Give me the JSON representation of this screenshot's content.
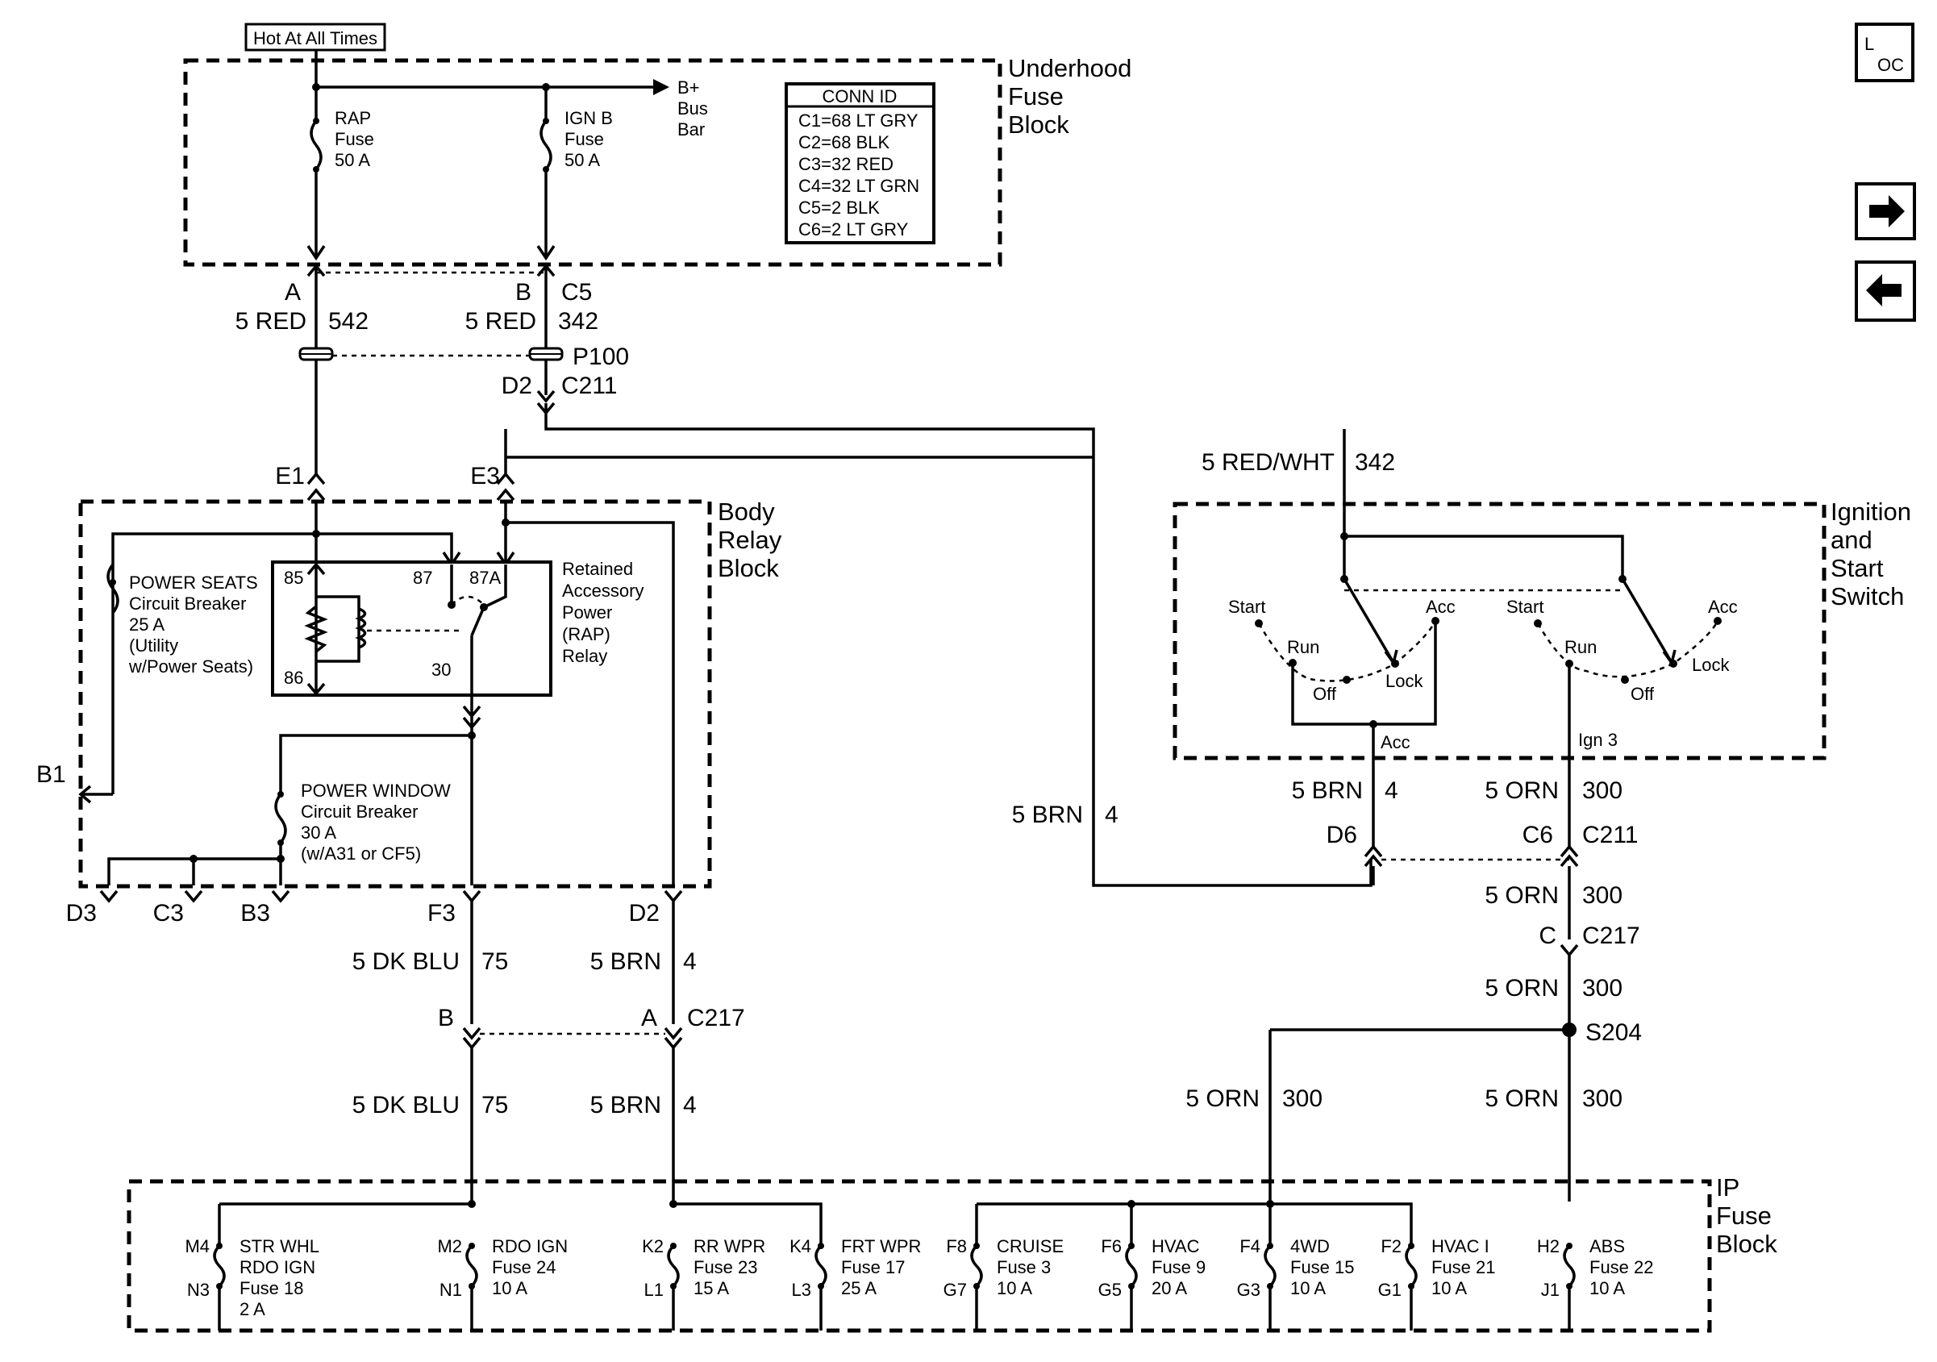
{
  "underhood": {
    "hot_label": "Hot At All Times",
    "block_lines": [
      "Underhood",
      "Fuse",
      "Block"
    ],
    "rap_fuse": [
      "RAP",
      "Fuse",
      "50 A"
    ],
    "ign_fuse": [
      "IGN B",
      "Fuse",
      "50 A"
    ],
    "busbar": [
      "B+",
      "Bus",
      "Bar"
    ],
    "conn_title": "CONN ID",
    "conn_rows": [
      "C1=68 LT GRY",
      "C2=68 BLK",
      "C3=32 RED",
      "C4=32 LT GRN",
      "C5=2 BLK",
      "C6=2 LT GRY"
    ]
  },
  "upper_wires": {
    "pin_a": "A",
    "pin_b": "B",
    "conn_c5": "C5",
    "w542_color": "5 RED",
    "w542_num": "542",
    "w342_color": "5 RED",
    "w342_num": "342",
    "p100": "P100",
    "pin_d2": "D2",
    "c211": "C211",
    "pin_e1": "E1",
    "pin_e3": "E3",
    "redwht_color": "5 RED/WHT",
    "redwht_num": "342",
    "brn_long_color": "5 BRN",
    "brn_long_num": "4"
  },
  "body_relay": {
    "block_lines": [
      "Body",
      "Relay",
      "Block"
    ],
    "power_seats": [
      "POWER SEATS",
      "Circuit Breaker",
      "25 A",
      "(Utility",
      "w/Power Seats)"
    ],
    "relay_pins": {
      "p85": "85",
      "p86": "86",
      "p87": "87",
      "p87a": "87A",
      "p30": "30"
    },
    "relay_label": [
      "Retained",
      "Accessory",
      "Power",
      "(RAP)",
      "Relay"
    ],
    "power_window": [
      "POWER WINDOW",
      "Circuit Breaker",
      "30 A",
      "(w/A31 or CF5)"
    ],
    "pin_b1": "B1",
    "bottom_pins": {
      "d3": "D3",
      "c3": "C3",
      "b3": "B3",
      "f3": "F3",
      "d2": "D2"
    }
  },
  "ignition": {
    "block_lines": [
      "Ignition",
      "and",
      "Start",
      "Switch"
    ],
    "left": {
      "start": "Start",
      "acc": "Acc",
      "run": "Run",
      "off": "Off",
      "lock": "Lock",
      "out": "Acc"
    },
    "right": {
      "start": "Start",
      "acc": "Acc",
      "run": "Run",
      "off": "Off",
      "lock": "Lock",
      "out": "Ign 3"
    }
  },
  "mid_wires": {
    "brn_d6_color": "5 BRN",
    "brn_d6_num": "4",
    "orn1_color": "5 ORN",
    "orn1_num": "300",
    "pin_d6": "D6",
    "pin_c6": "C6",
    "c211": "C211",
    "orn2_color": "5 ORN",
    "orn2_num": "300",
    "pin_c": "C",
    "c217a": "C217",
    "orn3_color": "5 ORN",
    "orn3_num": "300",
    "s204": "S204",
    "orn4_color": "5 ORN",
    "orn4_num": "300",
    "orn5_color": "5 ORN",
    "orn5_num": "300",
    "dkblu1_color": "5 DK BLU",
    "dkblu1_num": "75",
    "brn1_color": "5 BRN",
    "brn1_num": "4",
    "pin_b": "B",
    "pin_a": "A",
    "c217b": "C217",
    "dkblu2_color": "5 DK BLU",
    "dkblu2_num": "75",
    "brn2_color": "5 BRN",
    "brn2_num": "4"
  },
  "ip_fuse": {
    "block_lines": [
      "IP",
      "Fuse",
      "Block"
    ],
    "fuses": [
      {
        "top": "M4",
        "bot": "N3",
        "lines": [
          "STR WHL",
          "RDO IGN",
          "Fuse 18",
          "2 A"
        ]
      },
      {
        "top": "M2",
        "bot": "N1",
        "lines": [
          "RDO IGN",
          "Fuse 24",
          "10 A"
        ]
      },
      {
        "top": "K2",
        "bot": "L1",
        "lines": [
          "RR WPR",
          "Fuse 23",
          "15 A"
        ]
      },
      {
        "top": "K4",
        "bot": "L3",
        "lines": [
          "FRT WPR",
          "Fuse 17",
          "25 A"
        ]
      },
      {
        "top": "F8",
        "bot": "G7",
        "lines": [
          "CRUISE",
          "Fuse 3",
          "10 A"
        ]
      },
      {
        "top": "F6",
        "bot": "G5",
        "lines": [
          "HVAC",
          "Fuse 9",
          "20 A"
        ]
      },
      {
        "top": "F4",
        "bot": "G3",
        "lines": [
          "4WD",
          "Fuse 15",
          "10 A"
        ]
      },
      {
        "top": "F2",
        "bot": "G1",
        "lines": [
          "HVAC I",
          "Fuse 21",
          "10 A"
        ]
      },
      {
        "top": "H2",
        "bot": "J1",
        "lines": [
          "ABS",
          "Fuse 22",
          "10 A"
        ]
      }
    ]
  },
  "nav": {
    "loc_l": "L",
    "loc_oc": "OC"
  }
}
